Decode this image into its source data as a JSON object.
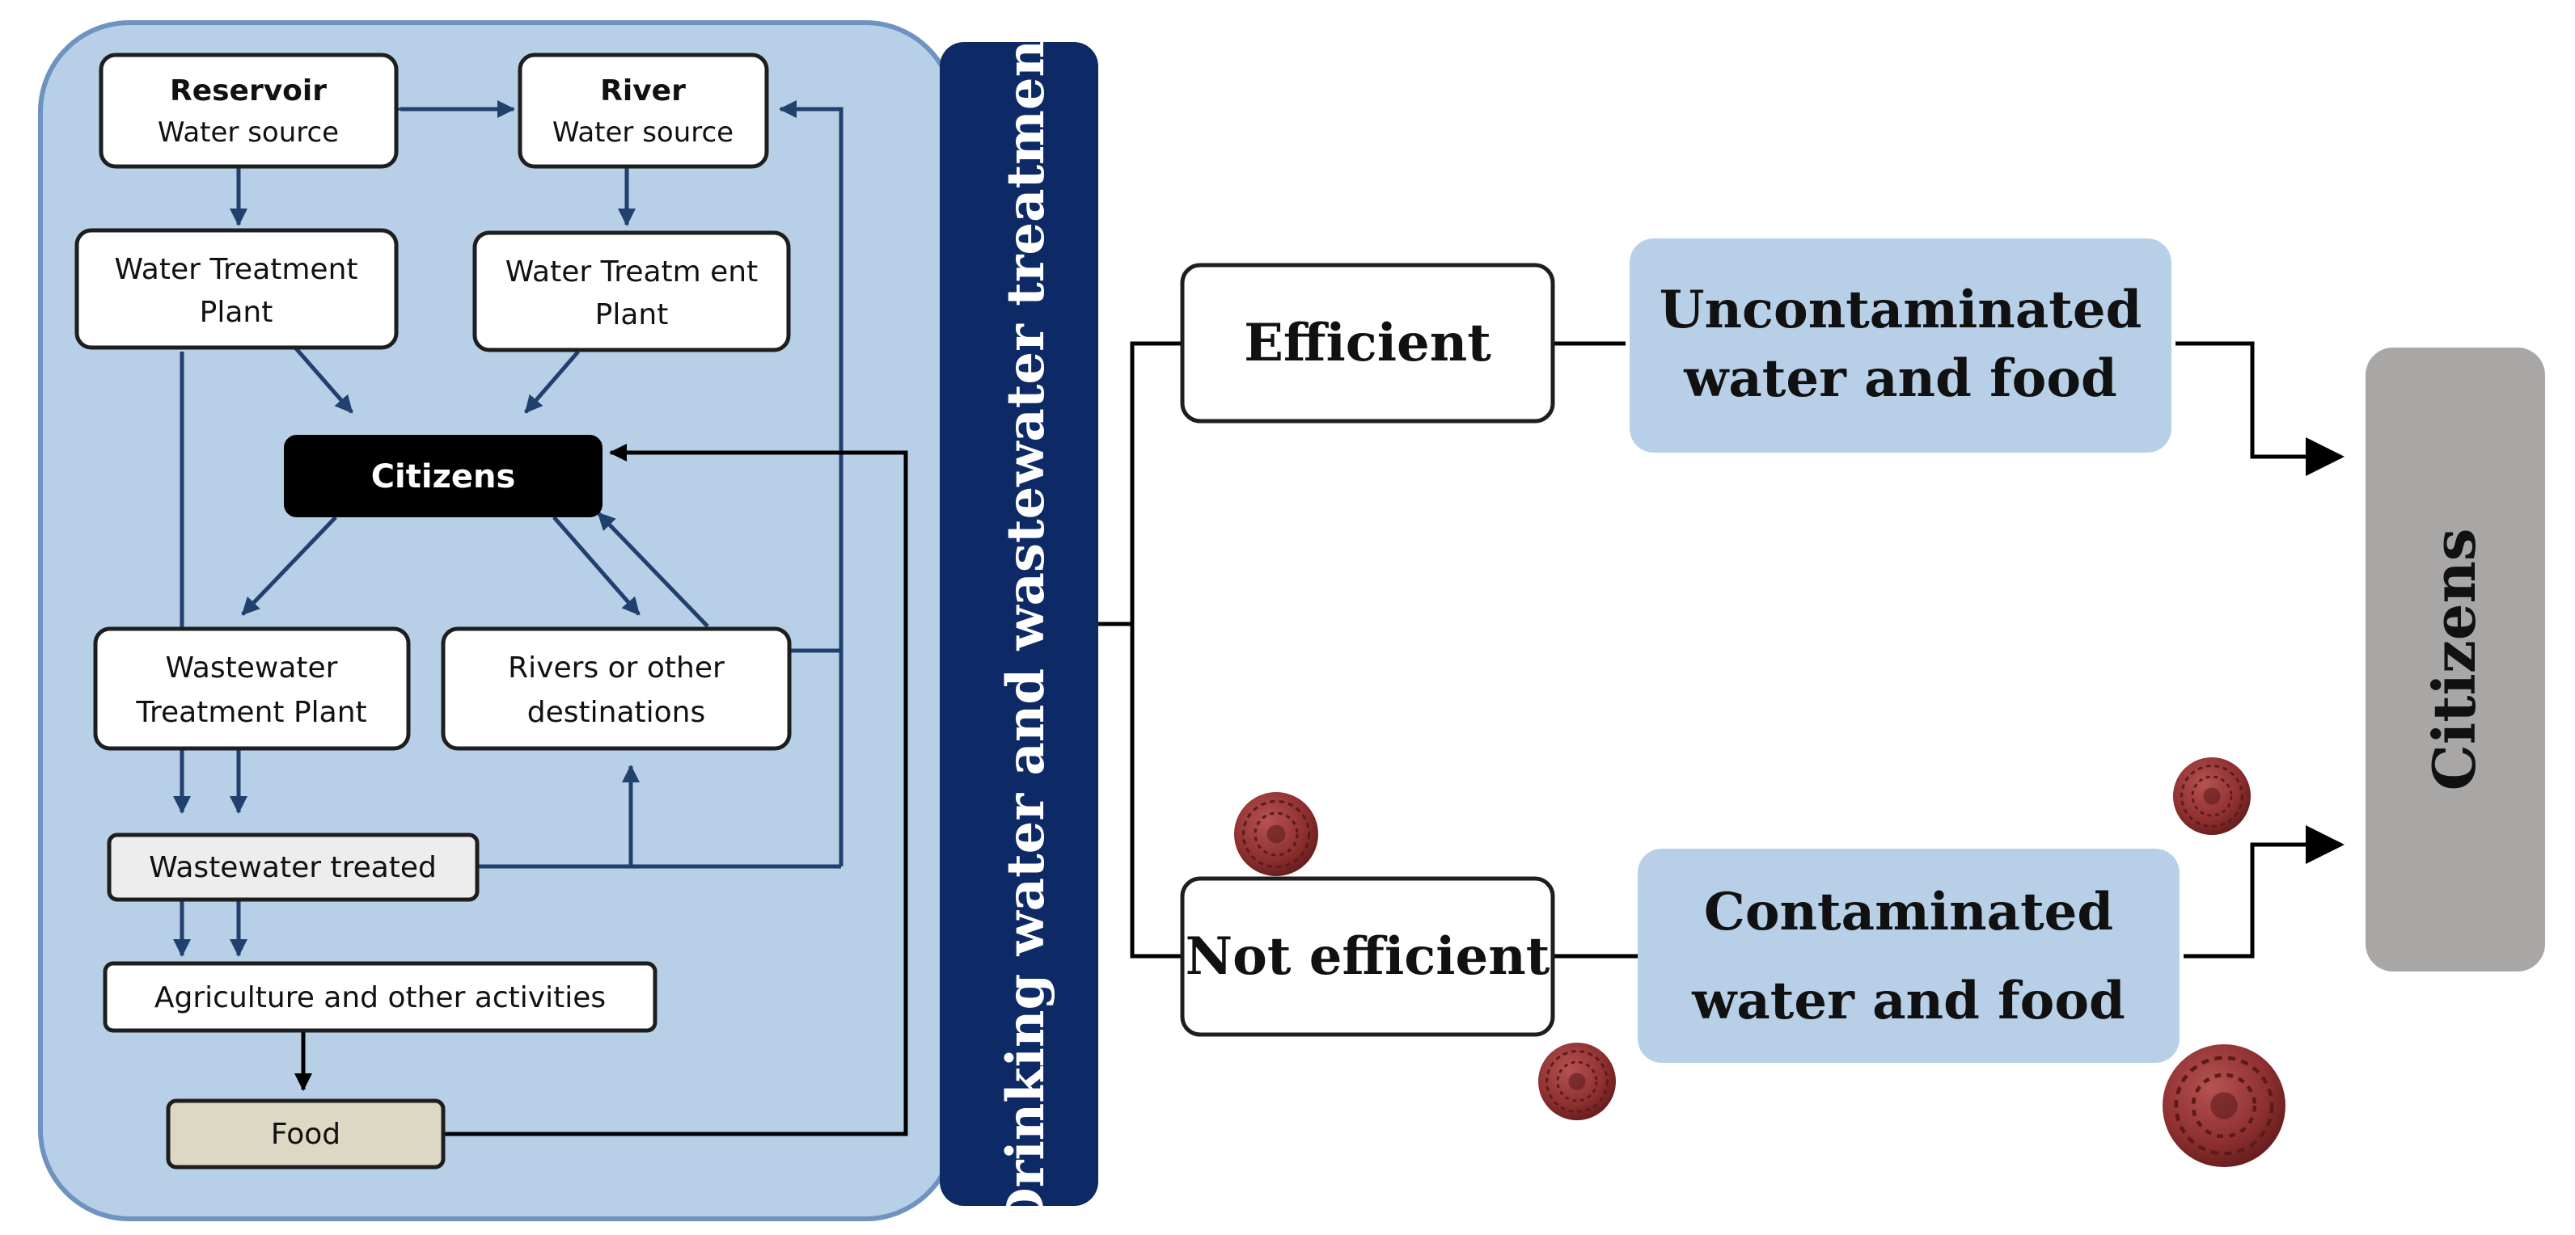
{
  "colors": {
    "panel": "#b8cfe8",
    "panel_stroke": "#6f93c0",
    "vertical_bar": "#0d2a66",
    "flow_line": "#20406e",
    "outcome_box": "#b8cfe8",
    "citizens_right": "#a9a6a6",
    "treated_box": "#ededed",
    "food_box": "#dcd8c3",
    "citizens_left": "#000000",
    "pathogen": "#8e3030"
  },
  "left": {
    "reservoir": {
      "title": "Reservoir",
      "subtitle": "Water source"
    },
    "river": {
      "title": "River",
      "subtitle": "Water source"
    },
    "wtp_left": {
      "line1": "Water Treatment",
      "line2": "Plant"
    },
    "wtp_right": {
      "line1": "Water Treatm ent",
      "line2": "Plant"
    },
    "citizens": "Citizens",
    "wwtp": {
      "line1": "Wastewater",
      "line2": "Treatment Plant"
    },
    "rivers_other": {
      "line1": "Rivers or other",
      "line2": "destinations"
    },
    "wastewater_treated": "Wastewater treated",
    "agriculture": "Agriculture and other activities",
    "food": "Food"
  },
  "vertical_label": "Drinking water and wastewater treatment",
  "right": {
    "efficient": "Efficient",
    "not_efficient": "Not efficient",
    "uncontaminated": {
      "line1": "Uncontaminated",
      "line2": "water and food"
    },
    "contaminated": {
      "line1": "Contaminated",
      "line2": "water and food"
    },
    "citizens": "Citizens"
  },
  "icons": {
    "pathogen": "pathogen-icon"
  }
}
